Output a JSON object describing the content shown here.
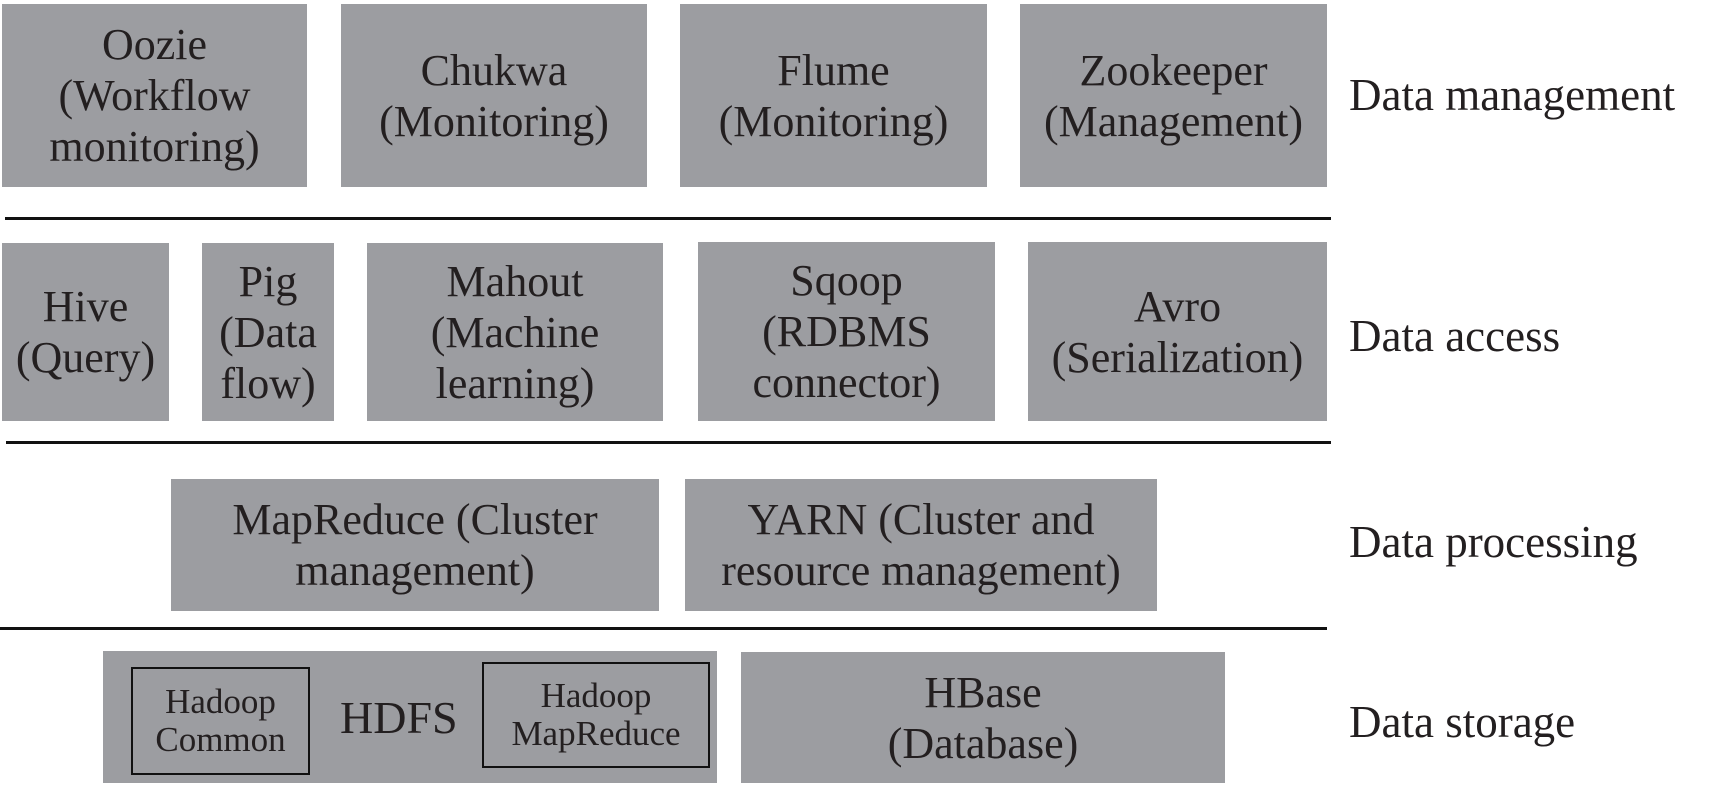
{
  "diagram": {
    "title": "Hadoop ecosystem layers",
    "colors": {
      "box_fill": "#9c9da1",
      "text": "#231f20",
      "rule": "#111111",
      "background": "#ffffff"
    },
    "layers": [
      {
        "label": "Data management",
        "components": [
          {
            "name": "Oozie",
            "text": "Oozie\n(Workflow\nmonitoring)"
          },
          {
            "name": "Chukwa",
            "text": "Chukwa\n(Monitoring)"
          },
          {
            "name": "Flume",
            "text": "Flume\n(Monitoring)"
          },
          {
            "name": "Zookeeper",
            "text": "Zookeeper\n(Management)"
          }
        ]
      },
      {
        "label": "Data access",
        "components": [
          {
            "name": "Hive",
            "text": "Hive\n(Query)"
          },
          {
            "name": "Pig",
            "text": "Pig\n(Data\nflow)"
          },
          {
            "name": "Mahout",
            "text": "Mahout\n(Machine\nlearning)"
          },
          {
            "name": "Sqoop",
            "text": "Sqoop\n(RDBMS\nconnector)"
          },
          {
            "name": "Avro",
            "text": "Avro\n(Serialization)"
          }
        ]
      },
      {
        "label": "Data processing",
        "components": [
          {
            "name": "MapReduce",
            "text": "MapReduce (Cluster\nmanagement)"
          },
          {
            "name": "YARN",
            "text": "YARN (Cluster and\nresource management)"
          }
        ]
      },
      {
        "label": "Data storage",
        "components": [
          {
            "name": "HDFS",
            "text": "HDFS",
            "sub": [
              {
                "name": "Hadoop Common",
                "text": "Hadoop\nCommon"
              },
              {
                "name": "Hadoop MapReduce",
                "text": "Hadoop\nMapReduce"
              }
            ]
          },
          {
            "name": "HBase",
            "text": "HBase\n(Database)"
          }
        ]
      }
    ]
  }
}
